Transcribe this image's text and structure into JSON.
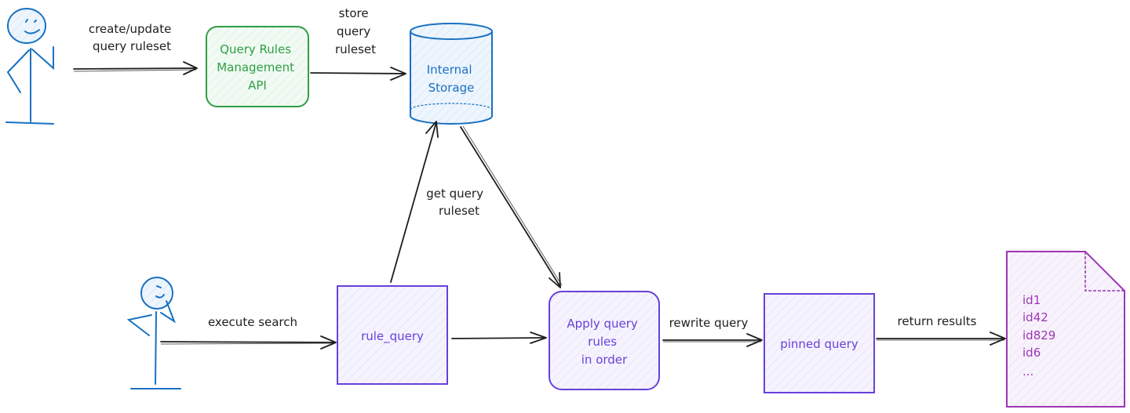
{
  "colors": {
    "actor": "#1971c2",
    "api": "#2f9e44",
    "storage": "#1971c2",
    "process": "#6741d9",
    "results": "#9c36b5",
    "edge": "#1e1e1e"
  },
  "actors": [
    {
      "id": "admin",
      "label": "",
      "face": "smiling-waving"
    },
    {
      "id": "searcher",
      "label": "",
      "face": "thinking"
    }
  ],
  "nodes": {
    "api": {
      "lines": [
        "Query Rules",
        "Management",
        "API"
      ]
    },
    "storage": {
      "lines": [
        "Internal",
        "Storage"
      ]
    },
    "rule_query": {
      "lines": [
        "rule_query"
      ]
    },
    "apply": {
      "lines": [
        "Apply query",
        "rules",
        "in order"
      ]
    },
    "pinned": {
      "lines": [
        "pinned query"
      ]
    },
    "results": {
      "lines": [
        "id1",
        "id42",
        "id829",
        "id6",
        "..."
      ]
    }
  },
  "edges": {
    "create": {
      "lines": [
        "create/update",
        "query ruleset"
      ]
    },
    "store": {
      "lines": [
        "store",
        "query",
        "ruleset"
      ]
    },
    "get": {
      "lines": [
        "get query",
        "ruleset"
      ]
    },
    "execute": {
      "lines": [
        "execute search"
      ]
    },
    "rewrite": {
      "lines": [
        "rewrite query"
      ]
    },
    "return": {
      "lines": [
        "return results"
      ]
    }
  }
}
